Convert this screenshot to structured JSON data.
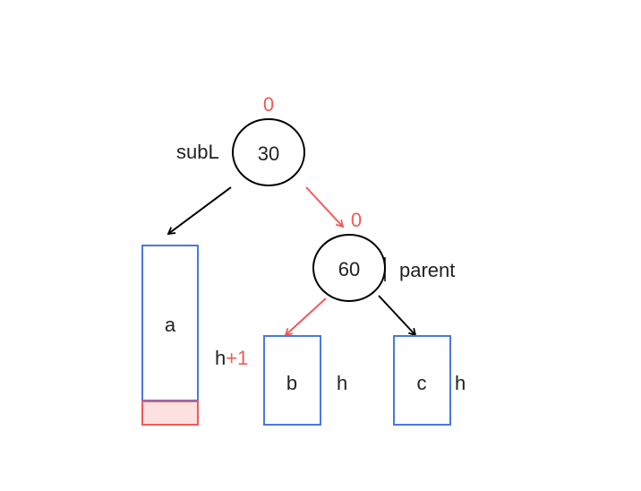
{
  "colors": {
    "black": "#000000",
    "text": "#222222",
    "red": "#f05a5a",
    "blue": "#4a78e0",
    "red_fill": "#fde0e0"
  },
  "nodes": {
    "n30": {
      "value": "30",
      "balance": "0",
      "name": "subL"
    },
    "n60": {
      "value": "60",
      "balance": "0",
      "name": "parent"
    }
  },
  "subtrees": {
    "a": {
      "label": "a",
      "height": "h",
      "extra": "+1"
    },
    "b": {
      "label": "b",
      "height": "h"
    },
    "c": {
      "label": "c",
      "height": "h"
    }
  }
}
